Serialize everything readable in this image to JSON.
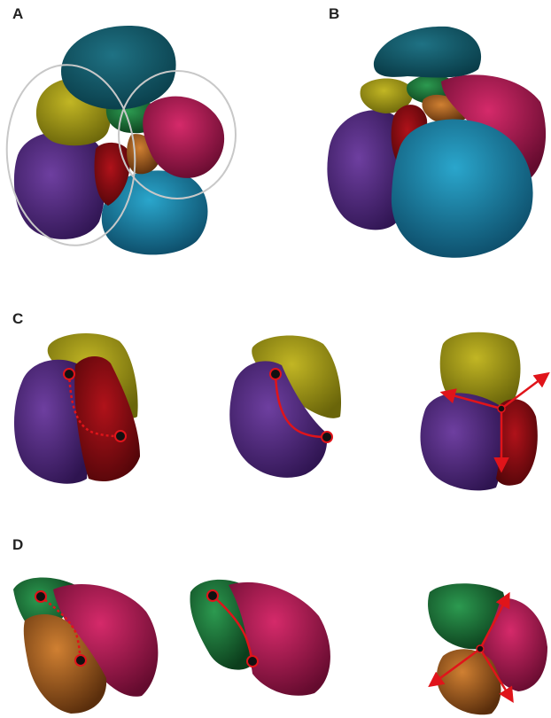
{
  "panel_labels": {
    "a": "A",
    "b": "B",
    "c": "C",
    "d": "D"
  },
  "colors": {
    "teal": "#0e5566",
    "teal_light": "#1f7284",
    "olive": "#8a8410",
    "olive_light": "#b3aa1a",
    "purple": "#4a2478",
    "purple_light": "#6a3c9a",
    "red": "#8c0b10",
    "red_dark": "#5a060b",
    "green": "#1f7a3c",
    "green_dark": "#0f4a22",
    "magenta": "#b81a5a",
    "magenta_dark": "#7a0f38",
    "orange": "#b86a22",
    "orange_dark": "#6e3a12",
    "cyan": "#1d8fb4",
    "cyan_dark": "#0f5a7a",
    "annotation_red": "#e0141a",
    "outline_gray": "#c8c8c8"
  }
}
